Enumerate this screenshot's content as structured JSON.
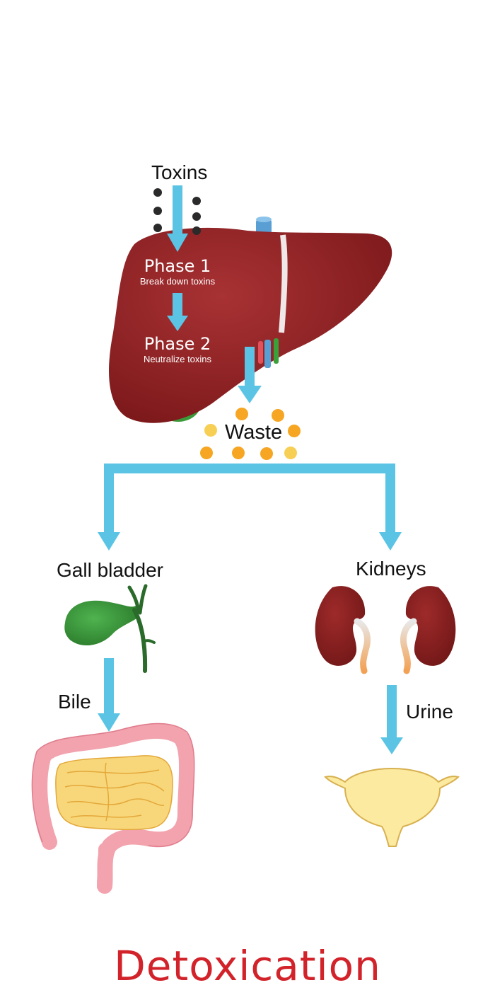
{
  "title": "Detoxication",
  "labels": {
    "toxins": "Toxins",
    "phase1": "Phase 1",
    "phase1_desc": "Break down toxins",
    "phase2": "Phase 2",
    "phase2_desc": "Neutralize toxins",
    "waste": "Waste",
    "gall_bladder": "Gall bladder",
    "kidneys": "Kidneys",
    "bile": "Bile",
    "urine": "Urine"
  },
  "colors": {
    "title": "#d2232a",
    "arrow": "#5bc4e5",
    "liver": "#8b1d1f",
    "gallbladder": "#2c8a2c",
    "waste_dot": "#f6a623",
    "intestine_outer": "#f2a3ae",
    "intestine_inner": "#f8d77a",
    "bladder": "#fbeaa0"
  }
}
